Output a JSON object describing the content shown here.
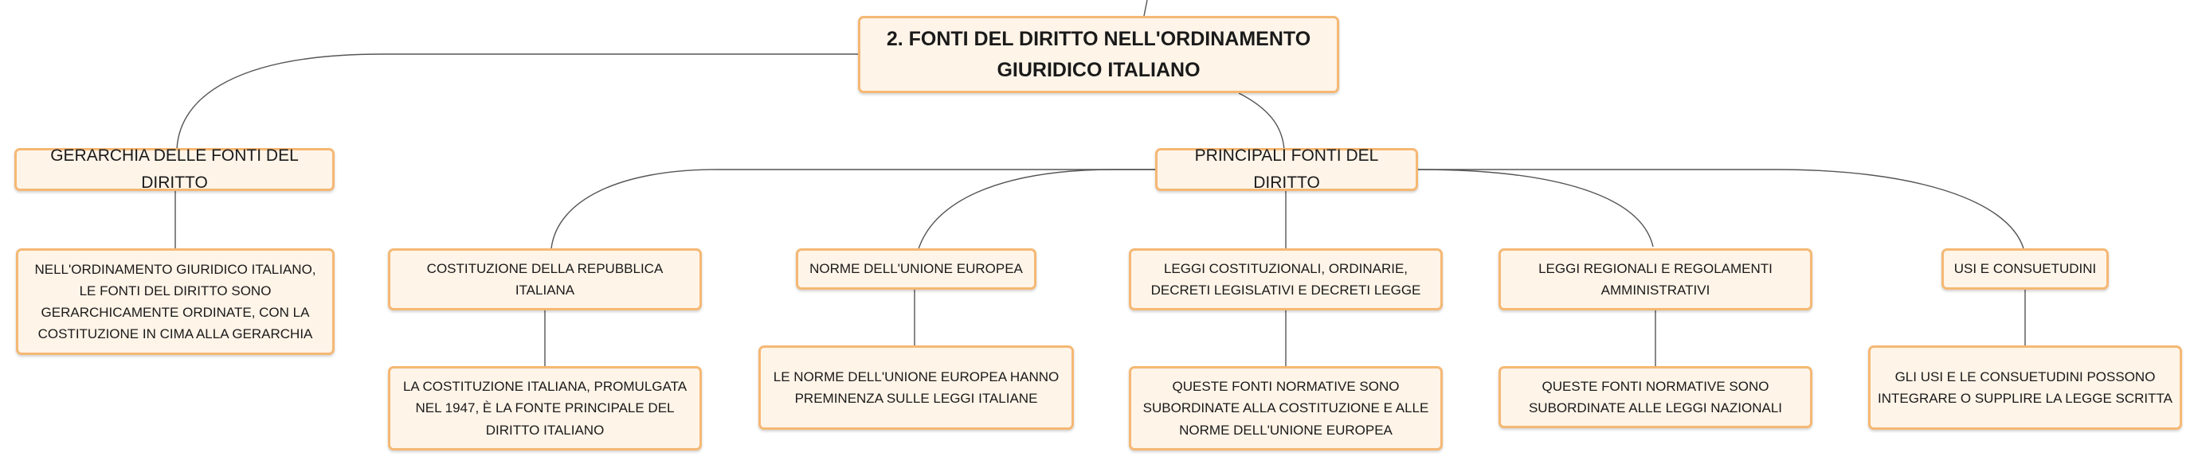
{
  "root": {
    "title_line1": "2. FONTI DEL DIRITTO NELL'ORDINAMENTO",
    "title_line2": "GIURIDICO ITALIANO"
  },
  "gerarchia": {
    "title": "GERARCHIA DELLE FONTI DEL DIRITTO",
    "detail": "NELL'ORDINAMENTO GIURIDICO ITALIANO, LE FONTI DEL DIRITTO SONO GERARCHICAMENTE ORDINATE, CON LA COSTITUZIONE IN CIMA ALLA GERARCHIA"
  },
  "principali": {
    "title": "PRINCIPALI FONTI DEL DIRITTO",
    "children": [
      {
        "title": "COSTITUZIONE DELLA REPUBBLICA ITALIANA",
        "detail": "LA COSTITUZIONE ITALIANA, PROMULGATA NEL 1947, È LA FONTE PRINCIPALE DEL DIRITTO ITALIANO"
      },
      {
        "title": "NORME DELL'UNIONE EUROPEA",
        "detail": "LE NORME DELL'UNIONE EUROPEA HANNO PREMINENZA SULLE LEGGI ITALIANE"
      },
      {
        "title": "LEGGI COSTITUZIONALI, ORDINARIE, DECRETI LEGISLATIVI E DECRETI LEGGE",
        "detail": "QUESTE FONTI NORMATIVE SONO SUBORDINATE ALLA COSTITUZIONE E ALLE NORME DELL'UNIONE EUROPEA"
      },
      {
        "title": "LEGGI REGIONALI E REGOLAMENTI AMMINISTRATIVI",
        "detail": "QUESTE FONTI NORMATIVE SONO SUBORDINATE ALLE LEGGI NAZIONALI"
      },
      {
        "title": "USI E CONSUETUDINI",
        "detail": "GLI USI E LE CONSUETUDINI POSSONO INTEGRARE O SUPPLIRE LA LEGGE SCRITTA"
      }
    ]
  },
  "colors": {
    "node_fill": "#fff4e8",
    "node_border": "#f5b874",
    "connector": "#555555"
  }
}
